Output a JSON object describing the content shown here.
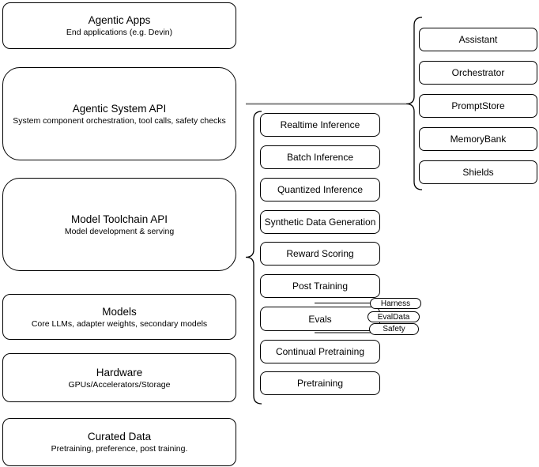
{
  "diagram": {
    "left_column": {
      "boxes": [
        {
          "title": "Agentic Apps",
          "subtitle": "End applications (e.g. Devin)"
        },
        {
          "title": "Agentic System API",
          "subtitle": "System component orchestration, tool calls, safety checks"
        },
        {
          "title": "Model Toolchain API",
          "subtitle": "Model development & serving"
        },
        {
          "title": "Models",
          "subtitle": "Core LLMs, adapter weights, secondary models"
        },
        {
          "title": "Hardware",
          "subtitle": "GPUs/Accelerators/Storage"
        },
        {
          "title": "Curated Data",
          "subtitle": "Pretraining, preference, post training."
        }
      ]
    },
    "toolchain_components": [
      "Realtime Inference",
      "Batch Inference",
      "Quantized Inference",
      "Synthetic Data Generation",
      "Reward Scoring",
      "Post Training",
      "Evals",
      "Continual Pretraining",
      "Pretraining"
    ],
    "eval_tags": [
      "Harness",
      "EvalData",
      "Safety"
    ],
    "agentic_components": [
      "Assistant",
      "Orchestrator",
      "PromptStore",
      "MemoryBank",
      "Shields"
    ],
    "colors": {
      "stroke": "#000000",
      "fill": "#ffffff",
      "connector": "#808080"
    }
  }
}
